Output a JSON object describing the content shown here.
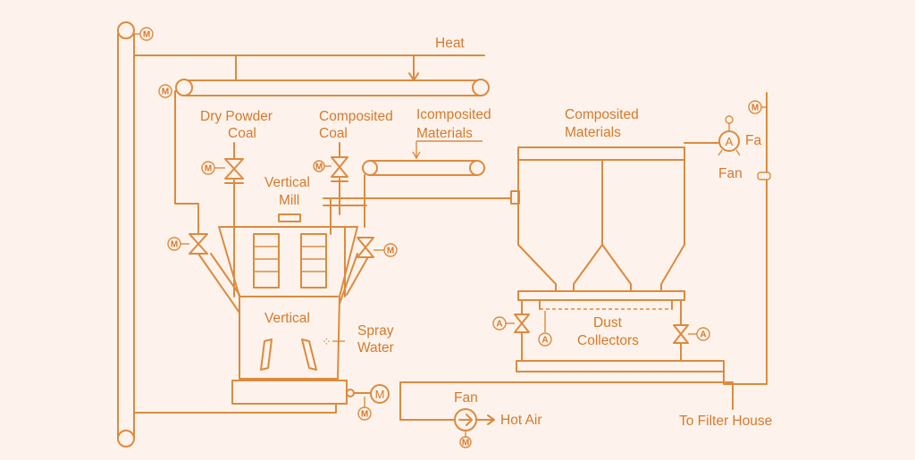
{
  "colors": {
    "stroke": "#dd8a3e",
    "text": "#d8782a",
    "background": "#fdf3ec"
  },
  "labels": {
    "heat": "Heat",
    "dry_powder": "Dry Powder",
    "coal_left": "Coal",
    "composited": "Composited",
    "coal_mid": "Coal",
    "icomposited": "Icomposited",
    "materials_mid": "Materials",
    "composited_right": "Composited",
    "materials_right": "Materials",
    "vertical_mill_1": "Vertical",
    "vertical_mill_2": "Mill",
    "vertical": "Vertical",
    "spray": "Spray",
    "water": "Water",
    "dust": "Dust",
    "collectors": "Collectors",
    "fan_top": "Fa",
    "fan_top_label": "Fan",
    "fan_bottom": "Fan",
    "hot_air": "Hot Air",
    "to_filter_house": "To Filter House"
  },
  "symbols": {
    "motor": "M",
    "actuator": "A",
    "fan_a": "A",
    "spray_glyph": "⁘"
  }
}
